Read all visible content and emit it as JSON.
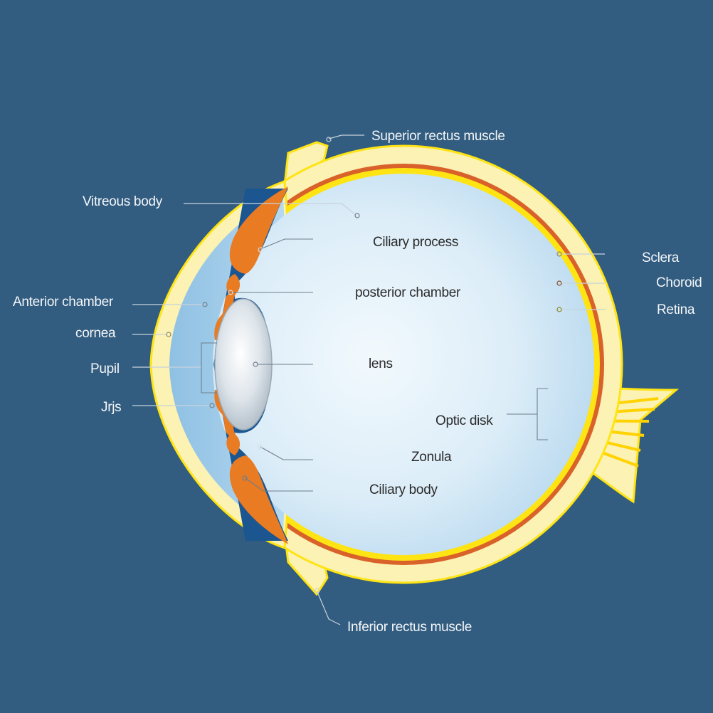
{
  "labels": {
    "superior_rectus": "Superior rectus muscle",
    "vitreous_body": "Vitreous body",
    "ciliary_process": "Ciliary process",
    "posterior_chamber": "posterior chamber",
    "anterior_chamber": "Anterior chamber",
    "cornea": "cornea",
    "pupil": "Pupil",
    "lens": "lens",
    "iris": "Jrjs",
    "optic_disk": "Optic disk",
    "zonula": "Zonula",
    "ciliary_body": "Ciliary body",
    "sclera": "Sclera",
    "choroid": "Choroid",
    "retina": "Retina",
    "inferior_rectus": "Inferior rectus muscle"
  },
  "colors": {
    "background": "#325d80",
    "sclera": "#fbf2b4",
    "sclera_outline": "#ffe414",
    "choroid": "#d9622a",
    "retina": "#ffe414",
    "vitreous": "#d7ebf7",
    "ciliary": "#e97b23",
    "anterior_chamber": "#9fc9e6",
    "lens": "#cfd8df",
    "dark_blue": "#1b5691"
  }
}
